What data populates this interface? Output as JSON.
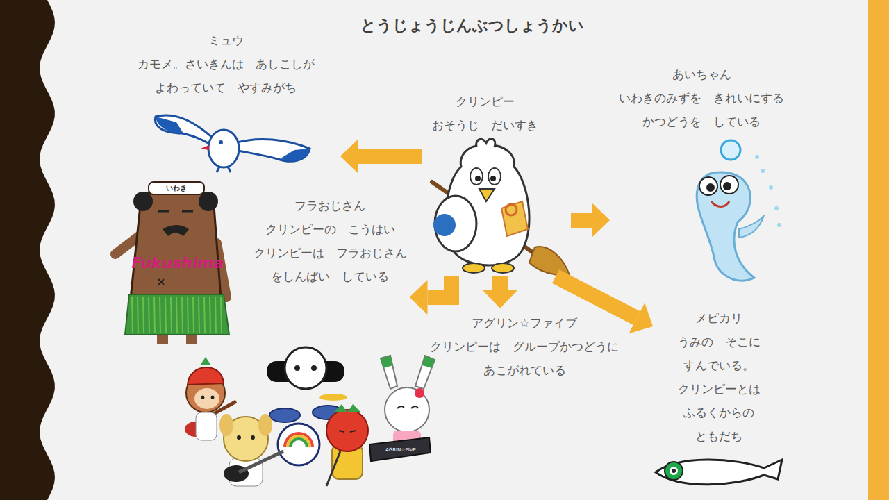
{
  "diagram": {
    "title": "とうじょうじんぶつしょうかい",
    "nodes": [
      {
        "text": [
          "ミュウ",
          "カモメ。さいきんは　あしこしが よわっていて　やすみがち"
        ]
      },
      {
        "text": [
          "クリンピー",
          "おそうじ　だいすき"
        ]
      },
      {
        "text": [
          "あいちゃん",
          "いわきのみずを　きれいにする かつどうを　している"
        ]
      },
      {
        "text": [
          "フラおじさん",
          "クリンピーの　こうはい クリンピーは　フラおじさん をしんぱい　している"
        ]
      },
      {
        "text": [
          "アグリン☆ファイブ",
          "クリンピーは　グループかつどうに あこがれている"
        ]
      },
      {
        "text": [
          "メピカリ",
          "うみの　そこに すんでいる。 クリンピーとは ふるくからの ともだち"
        ]
      }
    ],
    "edges": [
      {
        "from": 1,
        "to": 0,
        "arrow": "to"
      },
      {
        "from": 1,
        "to": 2,
        "arrow": "to"
      },
      {
        "from": 1,
        "to": 5,
        "arrow": "to"
      },
      {
        "from": 1,
        "to": 3,
        "arrow": "to"
      },
      {
        "from": 1,
        "to": 4,
        "arrow": "to"
      }
    ],
    "labels": [
      "いわき",
      "Fukushima",
      "AGRIN☆FIVE"
    ]
  }
}
